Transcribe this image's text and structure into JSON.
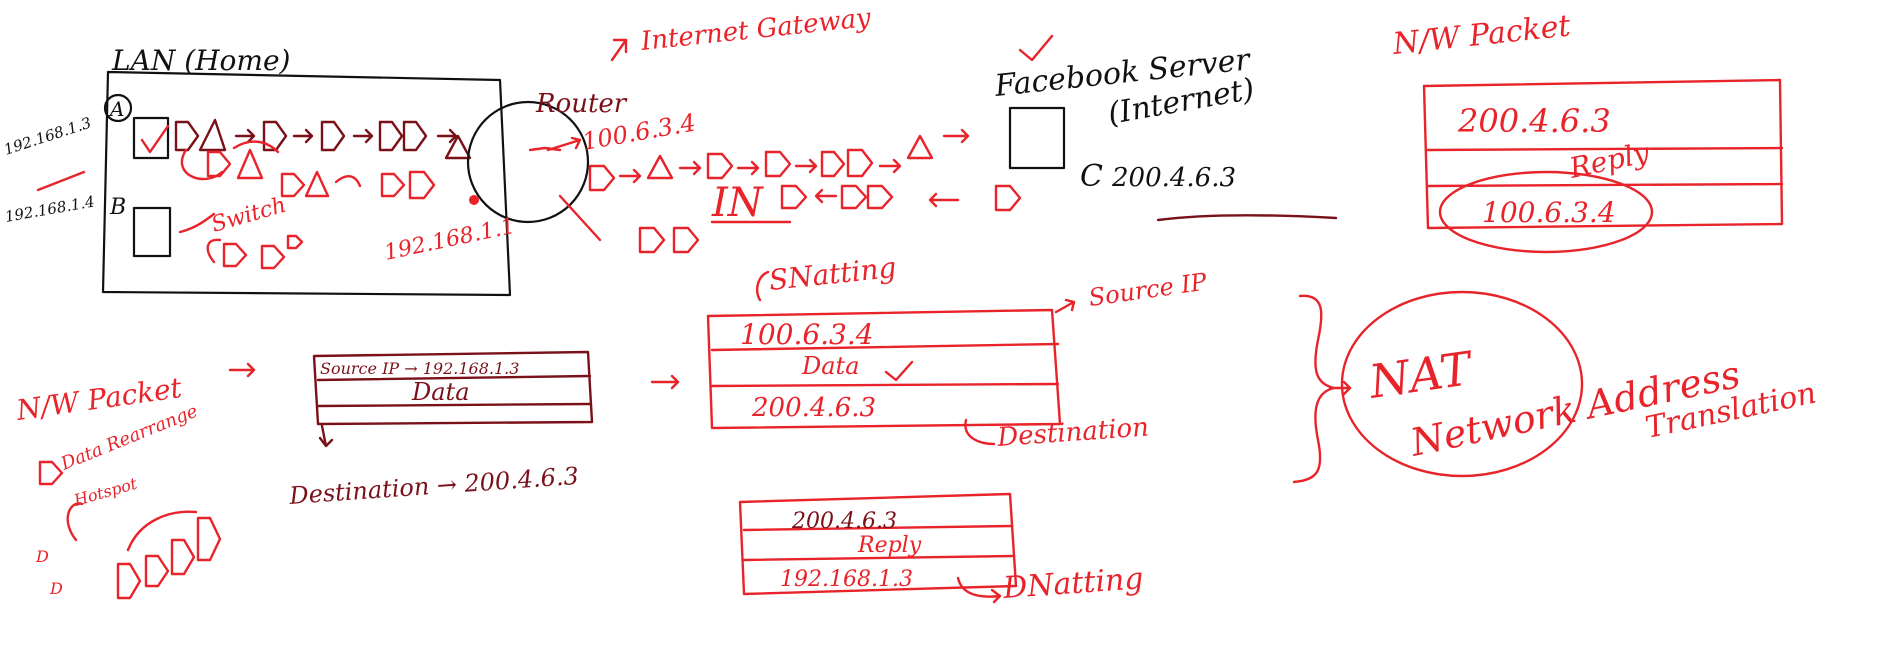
{
  "lan": {
    "title": "LAN (Home)",
    "host_a": "A",
    "host_b": "B",
    "ip_a": "192.168.1.3",
    "ip_b": "192.168.1.4",
    "switch": "Switch",
    "router": "Router",
    "router_lan_ip": "192.168.1.1"
  },
  "gateway": {
    "label": "Internet Gateway",
    "public_ip": "100.6.3.4"
  },
  "server": {
    "title": "Facebook Server",
    "subtitle": "(Internet)",
    "letter": "C",
    "ip": "200.4.6.3"
  },
  "reply_path": {
    "label": "IN"
  },
  "packet_left": {
    "title": "N/W Packet",
    "source": "Source IP → 192.168.1.3",
    "data": "Data",
    "destination": "Destination → 200.4.6.3"
  },
  "packet_snat": {
    "title": "SNatting",
    "source": "100.6.3.4",
    "data": "Data",
    "dest": "200.4.6.3",
    "source_note": "Source IP",
    "dest_note": "Destination"
  },
  "packet_dnat": {
    "src": "200.4.6.3",
    "reply": "Reply",
    "dst": "192.168.1.3",
    "note": "DNatting"
  },
  "packet_right": {
    "title": "N/W Packet",
    "src": "200.4.6.3",
    "reply": "Reply",
    "dst": "100.6.3.4"
  },
  "nat": {
    "abbr": "NAT",
    "word1": "Network Address",
    "word2": "Translation"
  },
  "notes": {
    "data_rearrange": "Data Rearrange",
    "hotspot": "Hotspot"
  }
}
